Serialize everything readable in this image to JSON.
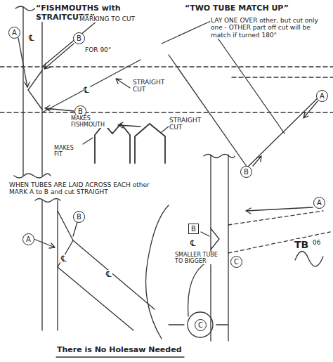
{
  "diagram": {
    "labels": [
      "“FISHMOUTHS with STRAITCUTS”",
      "MARKING TO CUT",
      "A",
      "B",
      "FOR 90°",
      "℄",
      "℄",
      "B",
      "MAKES FISHMOUTH",
      "MAKES FIT",
      "STRAIGHT CUT",
      "STRAIGHT CUT",
      "“TWO TUBE MATCH UP”",
      "LAY ONE OVER other, but cut only one - OTHER part off cut will be match if turned 180°",
      "A",
      "B",
      "WHEN TUBES ARE LAID ACROSS EACH other MARK A to B and cut STRAIGHT",
      "A",
      "B",
      "℄",
      "℄",
      "B",
      "℄",
      "A",
      "SMALLER TUBE TO BIGGER",
      "C",
      "C",
      "TB",
      "06",
      "There is No Holesaw Needed"
    ]
  }
}
